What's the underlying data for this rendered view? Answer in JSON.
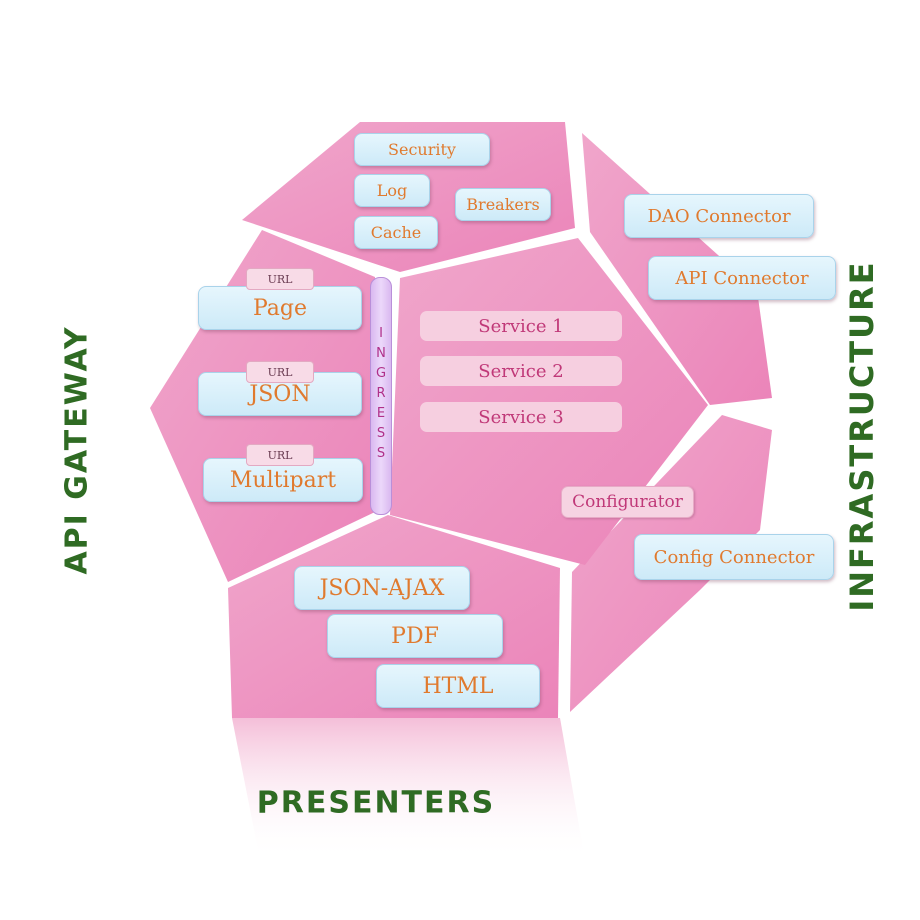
{
  "cross_cutting": {
    "security": "Security",
    "log": "Log",
    "breakers": "Breakers",
    "cache": "Cache"
  },
  "infrastructure": {
    "label": "INFRASTRUCTURE",
    "dao": "DAO Connector",
    "api": "API Connector",
    "config": "Config Connector"
  },
  "gateway": {
    "label": "API GATEWAY",
    "items": [
      {
        "tag": "URL",
        "name": "Page"
      },
      {
        "tag": "URL",
        "name": "JSON"
      },
      {
        "tag": "URL",
        "name": "Multipart"
      }
    ]
  },
  "ingress": "INGRESS",
  "core": {
    "services": [
      "Service 1",
      "Service 2",
      "Service 3"
    ],
    "configurator": "Configurator"
  },
  "presenters": {
    "label": "PRESENTERS",
    "json_ajax": "JSON-AJAX",
    "pdf": "PDF",
    "html": "HTML"
  },
  "colors": {
    "segment": "#ee8ec0",
    "label_green": "#2f6b23",
    "box_text": "#e07a2e",
    "service_text": "#c03878"
  }
}
